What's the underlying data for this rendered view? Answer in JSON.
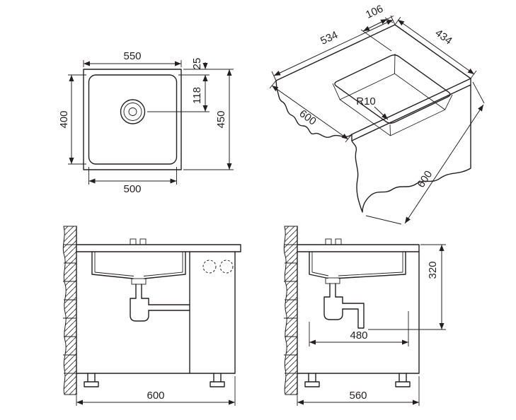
{
  "drawing": {
    "background": "#ffffff",
    "line_color": "#231f20",
    "views": {
      "top": {
        "label": "top-view",
        "dims": {
          "overall_width": "550",
          "rim_top": "25",
          "bowl_height": "400",
          "drain_offset": "118",
          "overall_height": "450",
          "bowl_width": "500"
        }
      },
      "iso": {
        "label": "isometric-view",
        "dims": {
          "edge_offset": "106",
          "cutout_width": "434",
          "cutout_length": "534",
          "corner_radius": "R10",
          "worktop_depth": "600",
          "cabinet_depth": "600"
        }
      },
      "front_section": {
        "label": "front-section-view",
        "dims": {
          "cabinet_width": "600"
        }
      },
      "side_section": {
        "label": "side-section-view",
        "dims": {
          "install_height": "320",
          "inner_width": "480",
          "cabinet_width": "560"
        }
      }
    }
  }
}
